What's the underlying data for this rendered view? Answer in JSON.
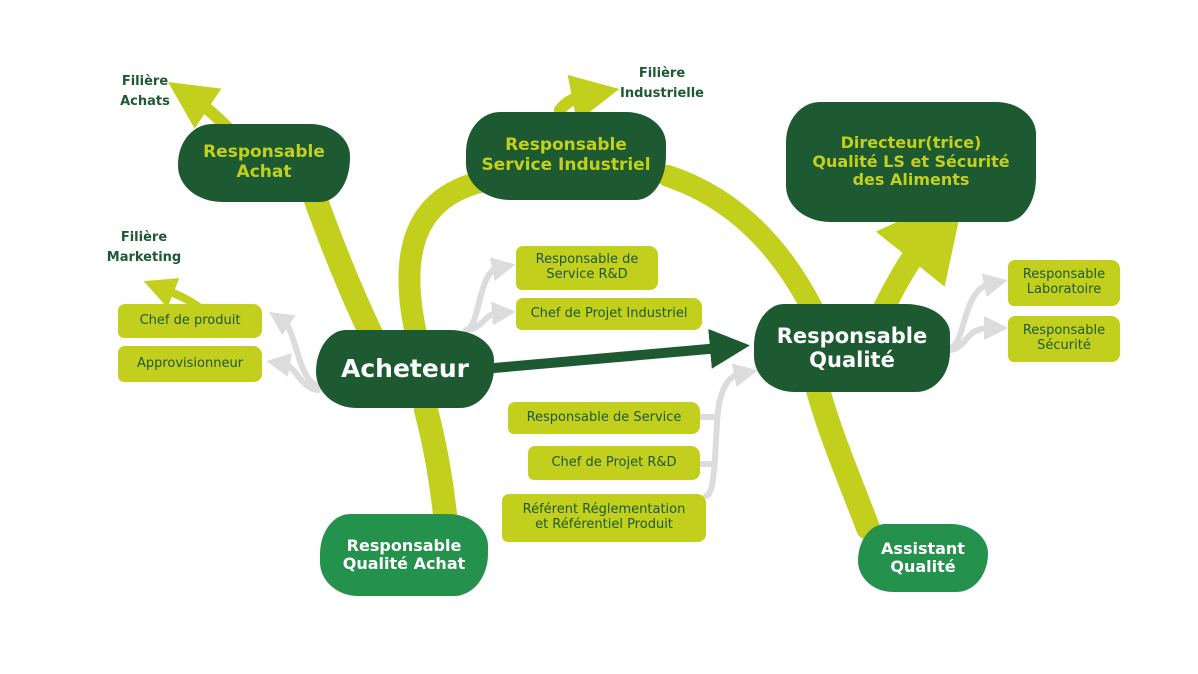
{
  "nodes": {
    "acheteur": "Acheteur",
    "responsable_achat": "Responsable\nAchat",
    "responsable_service_industriel": "Responsable\nService Industriel",
    "directeur_qualite": "Directeur(trice)\nQualité LS et Sécurité\ndes Aliments",
    "responsable_qualite": "Responsable\nQualité",
    "responsable_qualite_achat": "Responsable\nQualité Achat",
    "assistant_qualite": "Assistant\nQualité"
  },
  "lateral_left": [
    "Chef de produit",
    "Approvisionneur"
  ],
  "lateral_center_top": [
    "Responsable de\nService R&D",
    "Chef de Projet Industriel"
  ],
  "lateral_center_bottom": [
    "Responsable de Service",
    "Chef de Projet R&D",
    "Référent  Réglementation\net Référentiel Produit"
  ],
  "lateral_right": [
    "Responsable\nLaboratoire",
    "Responsable\nSécurité"
  ],
  "filieres": {
    "achats": "Filière\nAchats",
    "industrielle": "Filière\nIndustrielle",
    "marketing": "Filière\nMarketing"
  },
  "colors": {
    "dark_green": "#1e5a31",
    "medium_green": "#24924c",
    "lime": "#c3cf1d",
    "grey_arrow": "#dcdcdc"
  }
}
